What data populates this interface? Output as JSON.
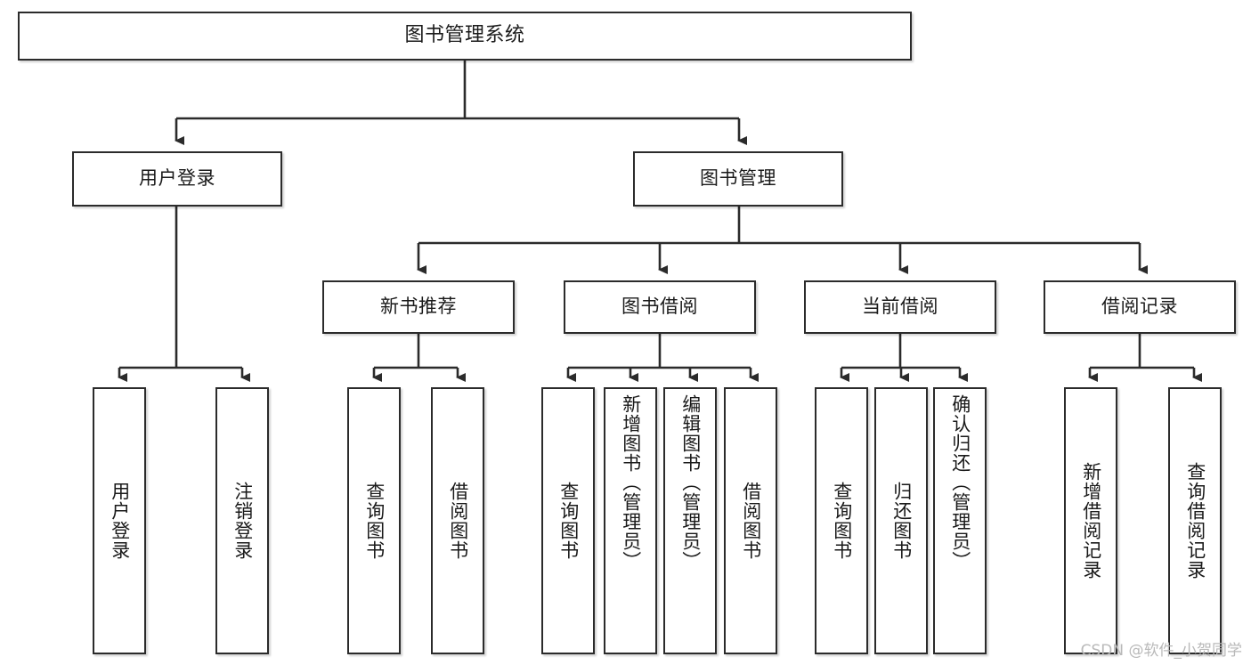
{
  "diagram": {
    "title": "图书管理系统",
    "type": "tree",
    "watermark": "CSDN @软件_小贺同学",
    "colors": {
      "node_border": "#2b2b2b",
      "node_fill": "#ffffff",
      "connector": "#2b2b2b",
      "text": "#1a1a1a",
      "watermark": "#b9b9b9"
    },
    "nodes": {
      "root": {
        "label": "图书管理系统"
      },
      "level2": [
        {
          "label": "用户登录"
        },
        {
          "label": "图书管理"
        }
      ],
      "level3": [
        {
          "label": "新书推荐"
        },
        {
          "label": "图书借阅"
        },
        {
          "label": "当前借阅"
        },
        {
          "label": "借阅记录"
        }
      ],
      "leaves": {
        "user_login": [
          {
            "label": "用户登录"
          },
          {
            "label": "注销登录"
          }
        ],
        "new_book": [
          {
            "label": "查询图书"
          },
          {
            "label": "借阅图书"
          }
        ],
        "book_borrow": [
          {
            "label": "查询图书"
          },
          {
            "label": "新增图书（管理员）"
          },
          {
            "label": "编辑图书（管理员）"
          },
          {
            "label": "借阅图书"
          }
        ],
        "current_borrow": [
          {
            "label": "查询图书"
          },
          {
            "label": "归还图书"
          },
          {
            "label": "确认归还（管理员）"
          }
        ],
        "borrow_record": [
          {
            "label": "新增借阅记录"
          },
          {
            "label": "查询借阅记录"
          }
        ]
      }
    },
    "edges": [
      {
        "from": "图书管理系统",
        "to": "用户登录"
      },
      {
        "from": "图书管理系统",
        "to": "图书管理"
      },
      {
        "from": "图书管理",
        "to": "新书推荐"
      },
      {
        "from": "图书管理",
        "to": "图书借阅"
      },
      {
        "from": "图书管理",
        "to": "当前借阅"
      },
      {
        "from": "图书管理",
        "to": "借阅记录"
      },
      {
        "from": "用户登录",
        "to": "用户登录"
      },
      {
        "from": "用户登录",
        "to": "注销登录"
      },
      {
        "from": "新书推荐",
        "to": "查询图书"
      },
      {
        "from": "新书推荐",
        "to": "借阅图书"
      },
      {
        "from": "图书借阅",
        "to": "查询图书"
      },
      {
        "from": "图书借阅",
        "to": "新增图书（管理员）"
      },
      {
        "from": "图书借阅",
        "to": "编辑图书（管理员）"
      },
      {
        "from": "图书借阅",
        "to": "借阅图书"
      },
      {
        "from": "当前借阅",
        "to": "查询图书"
      },
      {
        "from": "当前借阅",
        "to": "归还图书"
      },
      {
        "from": "当前借阅",
        "to": "确认归还（管理员）"
      },
      {
        "from": "借阅记录",
        "to": "新增借阅记录"
      },
      {
        "from": "借阅记录",
        "to": "查询借阅记录"
      }
    ]
  }
}
